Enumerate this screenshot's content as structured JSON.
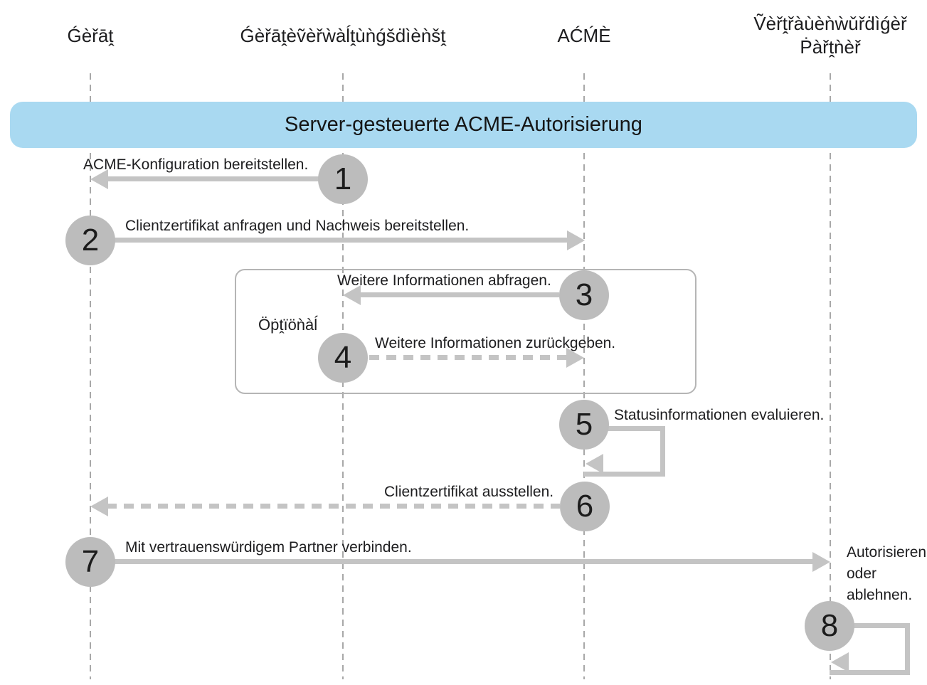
{
  "diagram_title": "Server-gesteuerte ACME-Autorisierung",
  "actors": [
    {
      "name": "Ǵèřāṱ"
    },
    {
      "name": "Ǵèřāṱèṽèřẁàĺṱùǹǵšḋìèǹšṱ"
    },
    {
      "name": "AĆḾÈ"
    },
    {
      "name": "Ṽèřṱřàùèǹẁǔřḋìǵèř Ṗàřṱǹèř"
    }
  ],
  "optional_group_label": "Öṗṱïöǹàĺ",
  "messages": [
    {
      "num": "1",
      "label": "ACME-Konfiguration bereitstellen.",
      "from": "actor-2",
      "to": "actor-1",
      "line": "solid"
    },
    {
      "num": "2",
      "label": "Clientzertifikat anfragen und Nachweis bereitstellen.",
      "from": "actor-1",
      "to": "actor-3",
      "line": "solid"
    },
    {
      "num": "3",
      "label": "Weitere Informationen abfragen.",
      "from": "actor-3",
      "to": "actor-2",
      "line": "solid"
    },
    {
      "num": "4",
      "label": "Weitere Informationen zurückgeben.",
      "from": "actor-2",
      "to": "actor-3",
      "line": "dashed"
    },
    {
      "num": "5",
      "label": "Statusinformationen evaluieren.",
      "from": "actor-3",
      "to": "actor-3",
      "line": "self"
    },
    {
      "num": "6",
      "label": "Clientzertifikat ausstellen.",
      "from": "actor-3",
      "to": "actor-1",
      "line": "dashed"
    },
    {
      "num": "7",
      "label": "Mit vertrauenswürdigem Partner verbinden.",
      "from": "actor-1",
      "to": "actor-4",
      "line": "solid"
    },
    {
      "num": "8",
      "label": "Autorisieren oder ablehnen.",
      "from": "actor-4",
      "to": "actor-4",
      "line": "self"
    }
  ],
  "colors": {
    "banner_bg": "#a9d9f1",
    "arrow": "#c4c4c4",
    "circle": "#bcbcbc",
    "lifeline": "#a8a8a8",
    "text": "#1d1d1f",
    "box_border": "#b5b5b5"
  }
}
